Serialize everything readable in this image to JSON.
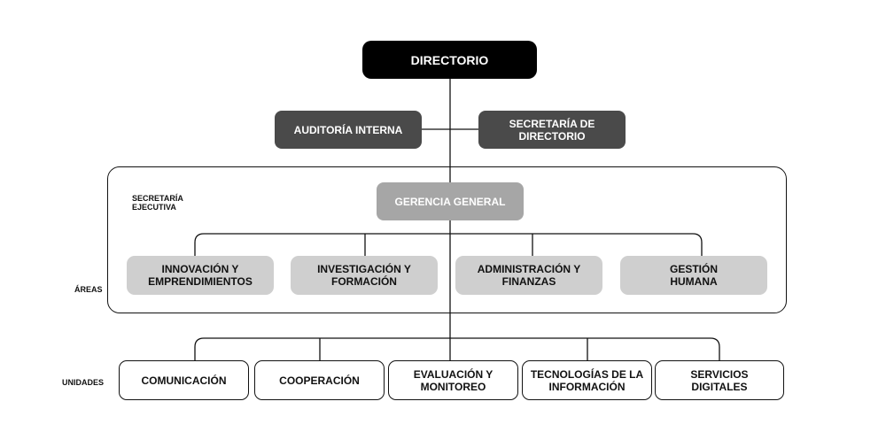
{
  "directorio": "DIRECTORIO",
  "auditoria": "AUDITORÍA INTERNA",
  "secretaria_directorio": "SECRETARÍA DE\nDIRECTORIO",
  "secretaria_ejecutiva": "SECRETARÍA\nEJECUTIVA",
  "gerencia": "GERENCIA GENERAL",
  "areas_label": "ÁREAS",
  "unidades_label": "UNIDADES",
  "areas": [
    "INNOVACIÓN Y\nEMPRENDIMIENTOS",
    "INVESTIGACIÓN Y\nFORMACIÓN",
    "ADMINISTRACIÓN Y\nFINANZAS",
    "GESTIÓN\nHUMANA"
  ],
  "unidades": [
    "COMUNICACIÓN",
    "COOPERACIÓN",
    "EVALUACIÓN Y\nMONITOREO",
    "TECNOLOGÍAS DE LA\nINFORMACIÓN",
    "SERVICIOS\nDIGITALES"
  ]
}
